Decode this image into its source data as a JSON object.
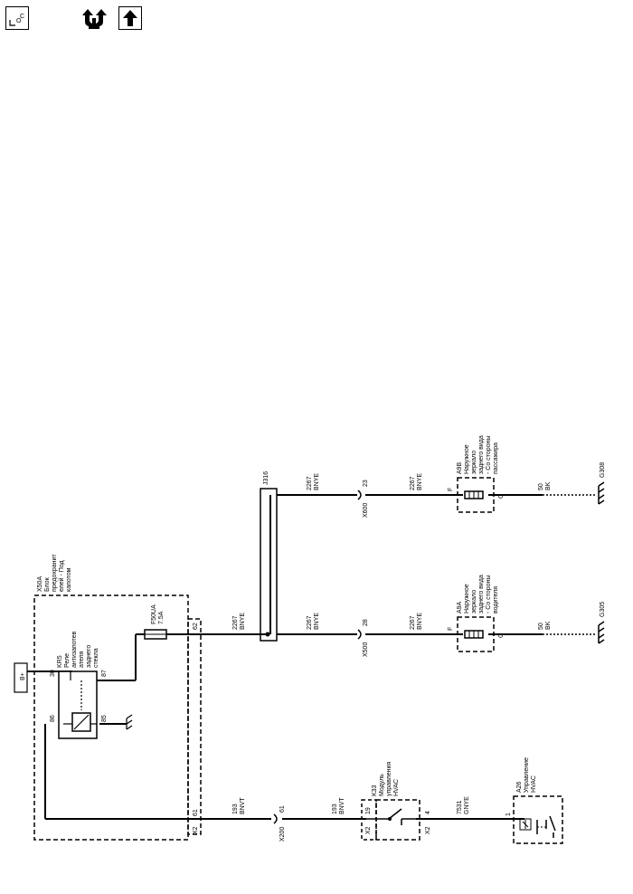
{
  "toolbar": {
    "loc_label": "LOC",
    "buttons": [
      "location-button",
      "view-toggle-button",
      "up-arrow-button"
    ]
  },
  "components": {
    "battery": "B+",
    "x50a_title": [
      "X50A",
      "Блок",
      "предохранит",
      "елей - Под",
      "капотом"
    ],
    "kr5_title": [
      "KR5",
      "Реле",
      "антизапотев",
      "ателя",
      "заднего",
      "стекла"
    ],
    "kr5_pins": {
      "p30": "30",
      "p87": "87",
      "p86": "86",
      "p85": "85"
    },
    "fuse": [
      "F50UA",
      "7.5A"
    ],
    "x2_connector": "X2",
    "pin_62": "62",
    "pin_61": "61",
    "j316": "J316",
    "x200": "X200",
    "x200_pin": "61",
    "x500": "X500",
    "x500_pin": "28",
    "x600": "X600",
    "x600_pin": "23",
    "k33_title": [
      "K33",
      "Модуль",
      "управления",
      "HVAC"
    ],
    "k33_pins": {
      "x2a": "X2",
      "p19": "19",
      "x2b": "X2",
      "p4": "4"
    },
    "a26_title": [
      "A26",
      "Управление",
      "HVAC"
    ],
    "a26_pin": "1",
    "a9a_title": [
      "A9A",
      "Наружное",
      "зеркало",
      "заднего вида",
      "- Со стороны",
      "водителя"
    ],
    "a9b_title": [
      "A9B",
      "Наружное",
      "зеркало",
      "заднего вида",
      "- Со стороны",
      "пассажира"
    ],
    "mirror_pins": {
      "f": "F",
      "g": "G"
    },
    "g305": "G305",
    "g308": "G308"
  },
  "wires": {
    "w2267": [
      "2267",
      "BNYE"
    ],
    "w193": [
      "193",
      "BNVT"
    ],
    "w7531": [
      "7531",
      "GNYE"
    ],
    "w50": [
      "50",
      "BK"
    ]
  }
}
